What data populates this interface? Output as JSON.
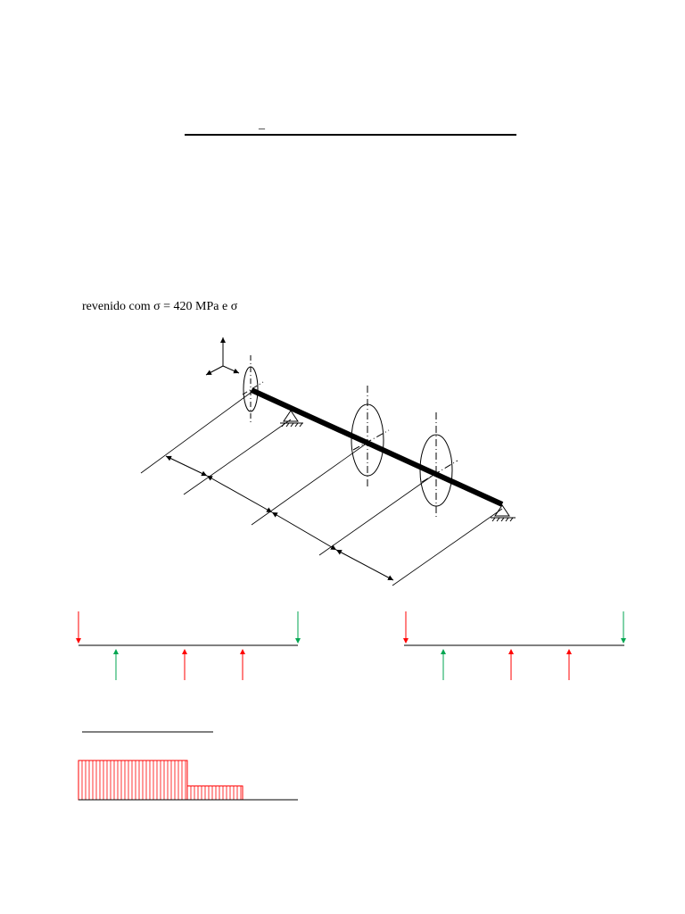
{
  "header": {
    "title_mark": "_"
  },
  "statement": {
    "text": "revenido com σ  = 420 MPa e σ"
  },
  "colors": {
    "red": "#ff0000",
    "green": "#00a651",
    "black": "#000000"
  },
  "diagram": {
    "description_icons": [
      "coordinate-axes-icon",
      "pulley-icon",
      "pin-support-icon",
      "roller-support-icon",
      "dimension-arrow-icon"
    ]
  },
  "load_diagrams": {
    "left": {
      "downward_forces": 2,
      "upward_forces": 3
    },
    "right": {
      "downward_forces": 2,
      "upward_forces": 3
    }
  },
  "distribution": {
    "levels": [
      1.0,
      0.35
    ]
  }
}
